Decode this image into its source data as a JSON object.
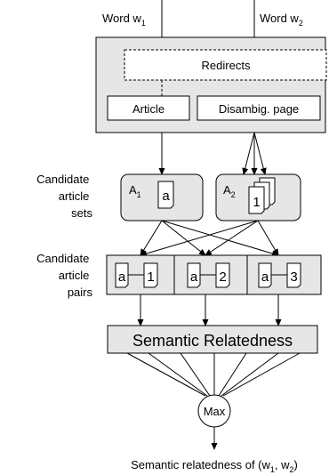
{
  "inputs": {
    "word1": {
      "base": "Word w",
      "sub": "1"
    },
    "word2": {
      "base": "Word w",
      "sub": "2"
    }
  },
  "top": {
    "redirects": "Redirects",
    "article": "Article",
    "disambig": "Disambig. page"
  },
  "labels": {
    "candidate_sets": [
      "Candidate",
      "article",
      "sets"
    ],
    "candidate_pairs": [
      "Candidate",
      "article",
      "pairs"
    ]
  },
  "sets": {
    "a1": {
      "base": "A",
      "sub": "1"
    },
    "a2": {
      "base": "A",
      "sub": "2"
    },
    "doc_letter": "a",
    "stack_number": "1"
  },
  "pairs": {
    "letter": "a",
    "numbers": [
      "1",
      "2",
      "3"
    ]
  },
  "semantic": {
    "label": "Semantic Relatedness"
  },
  "max": {
    "label": "Max"
  },
  "output": {
    "prefix": "Semantic relatedness of (w",
    "sub1": "1",
    "mid": ", w",
    "sub2": "2",
    "suffix": ")"
  }
}
